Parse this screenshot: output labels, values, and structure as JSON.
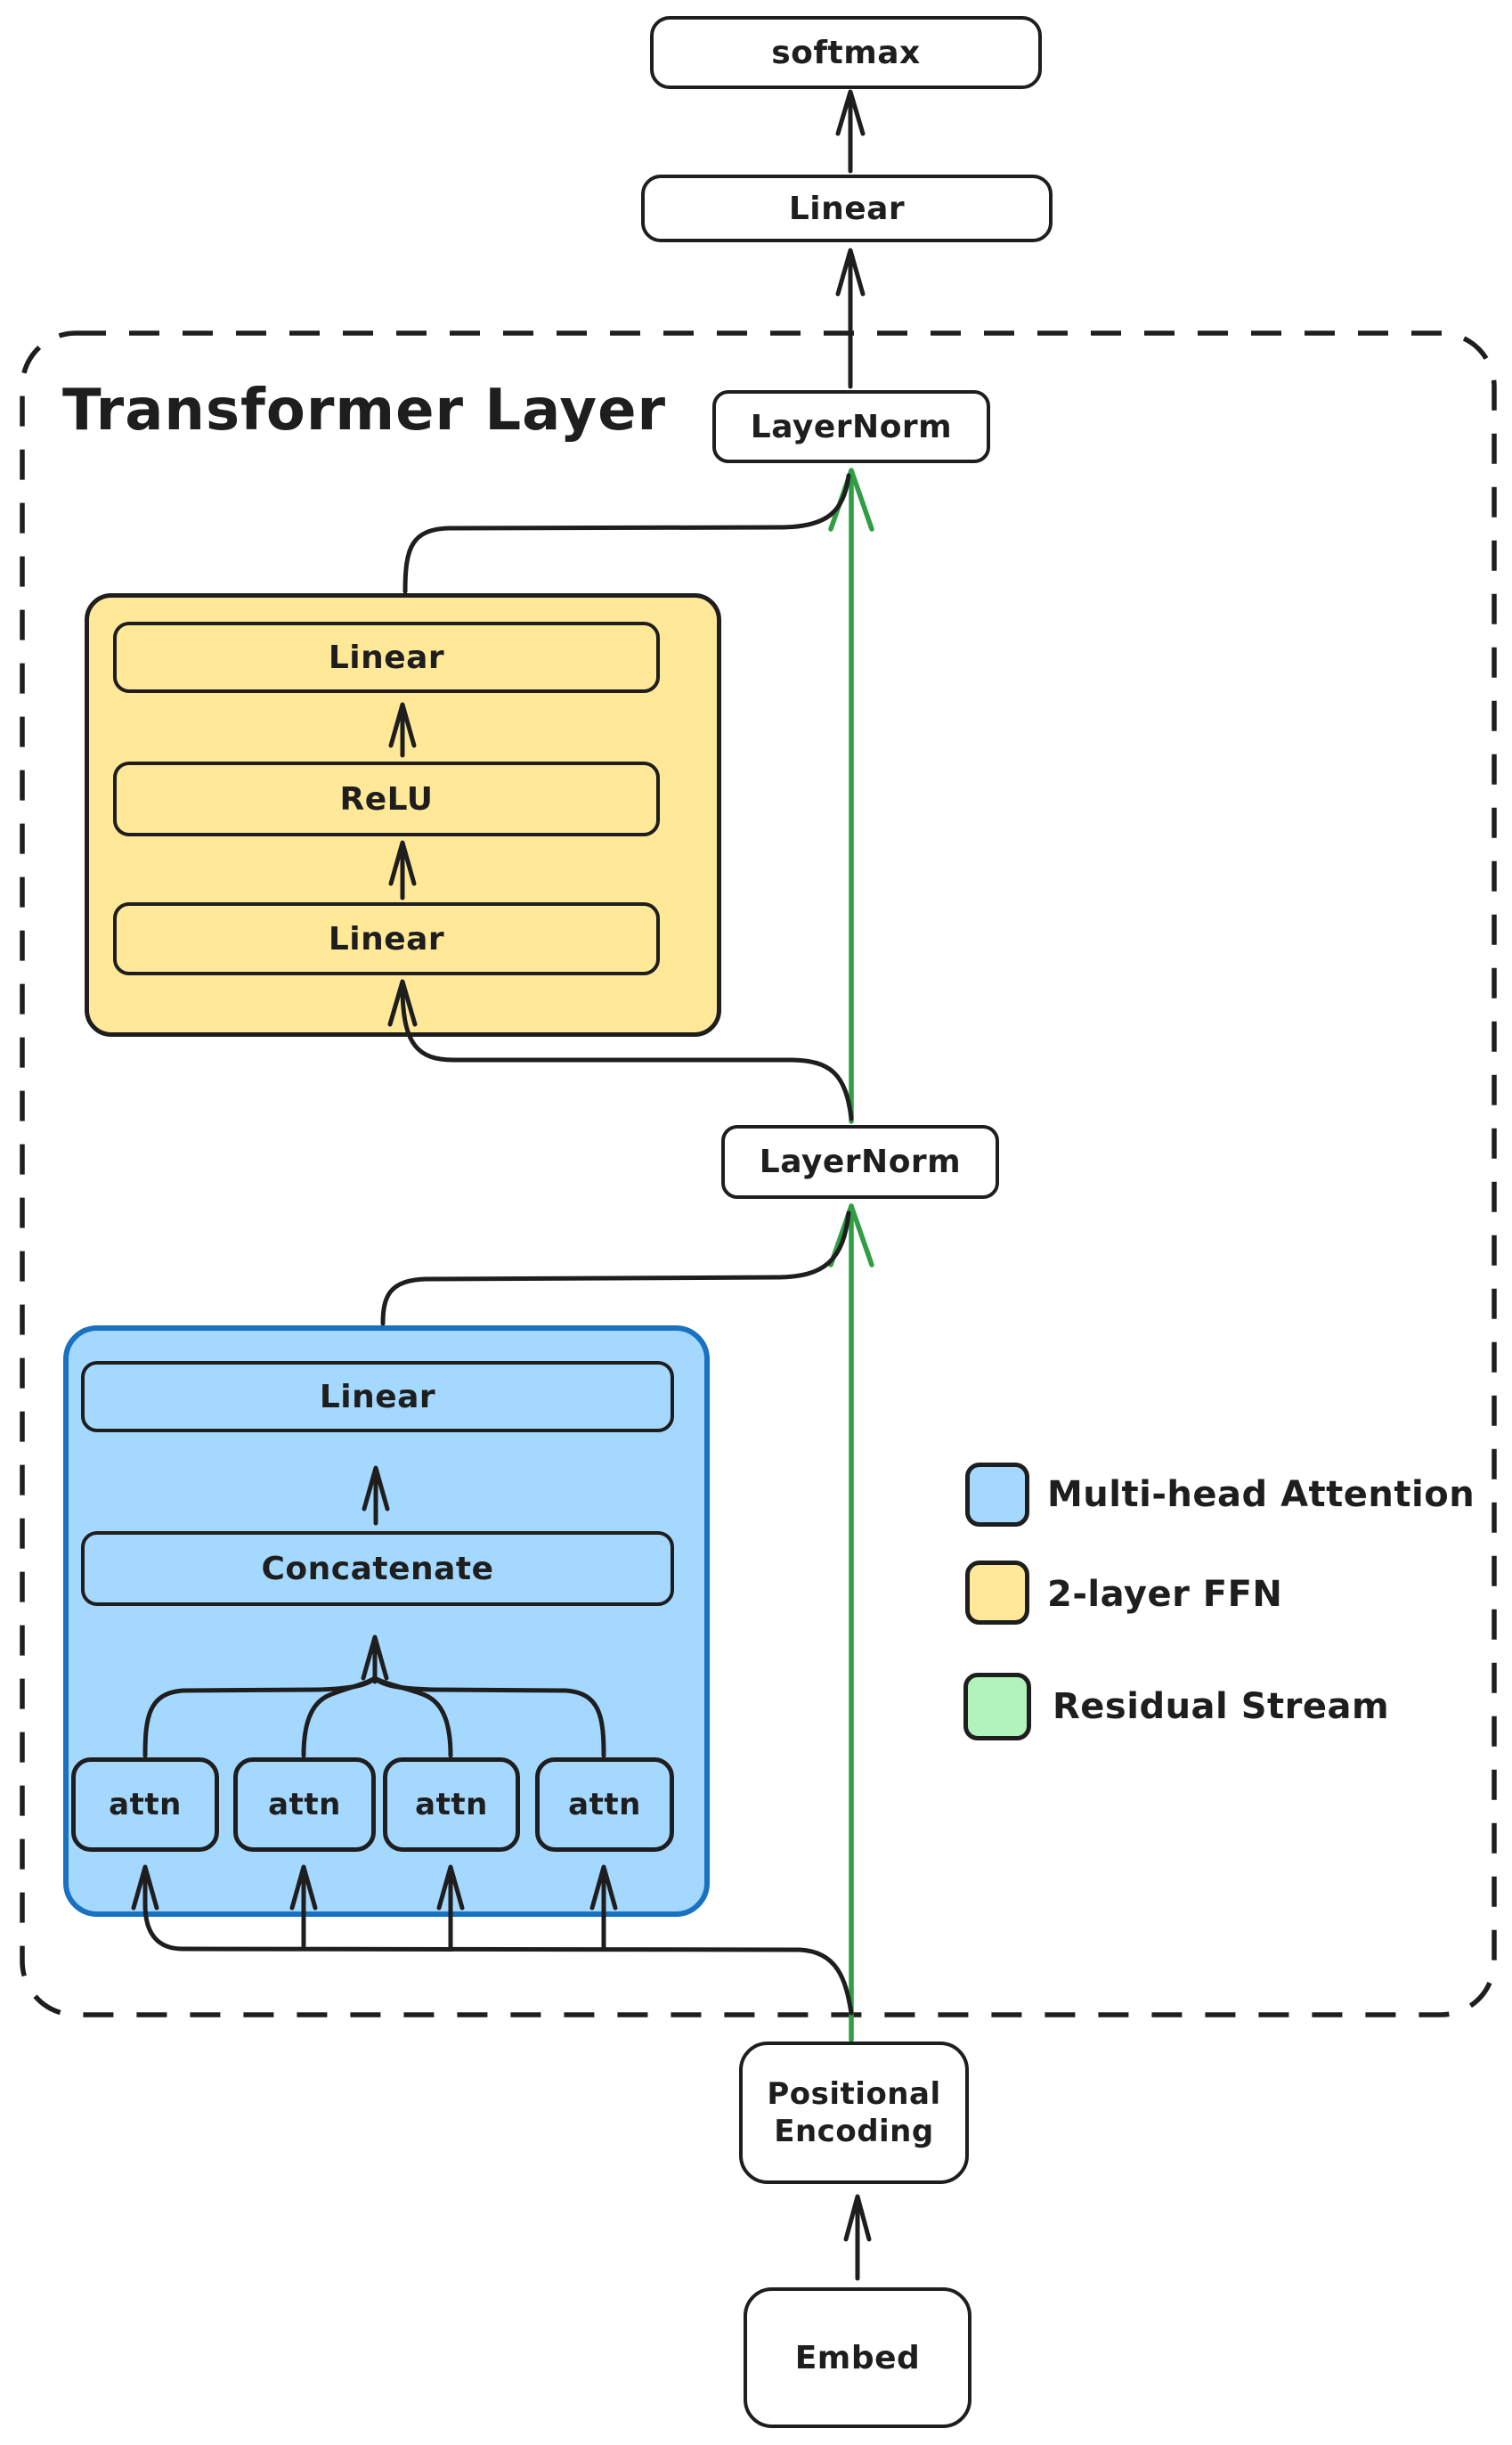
{
  "title": "Transformer Layer",
  "nodes": {
    "softmax": "softmax",
    "linear_out": "Linear",
    "layernorm_top": "LayerNorm",
    "layernorm_mid": "LayerNorm",
    "ffn": {
      "linear_top": "Linear",
      "relu": "ReLU",
      "linear_bottom": "Linear"
    },
    "mha": {
      "linear": "Linear",
      "concatenate": "Concatenate",
      "attn_heads": [
        "attn",
        "attn",
        "attn",
        "attn"
      ]
    },
    "positional_encoding": "Positional Encoding",
    "embed": "Embed"
  },
  "legend": {
    "items": [
      {
        "label": "Multi-head Attention",
        "swatch_color": "#a5d8ff"
      },
      {
        "label": "2-layer FFN",
        "swatch_color": "#ffe999"
      },
      {
        "label": "Residual Stream",
        "swatch_color": "#b2f2bb"
      }
    ]
  },
  "colors": {
    "ink": "#1e1e1e",
    "attention_fill": "#a5d8ff",
    "attention_border": "#1971c2",
    "ffn_fill": "#ffe999",
    "residual_stream": "#2f9e44",
    "legend_residual": "#b2f2bb"
  }
}
